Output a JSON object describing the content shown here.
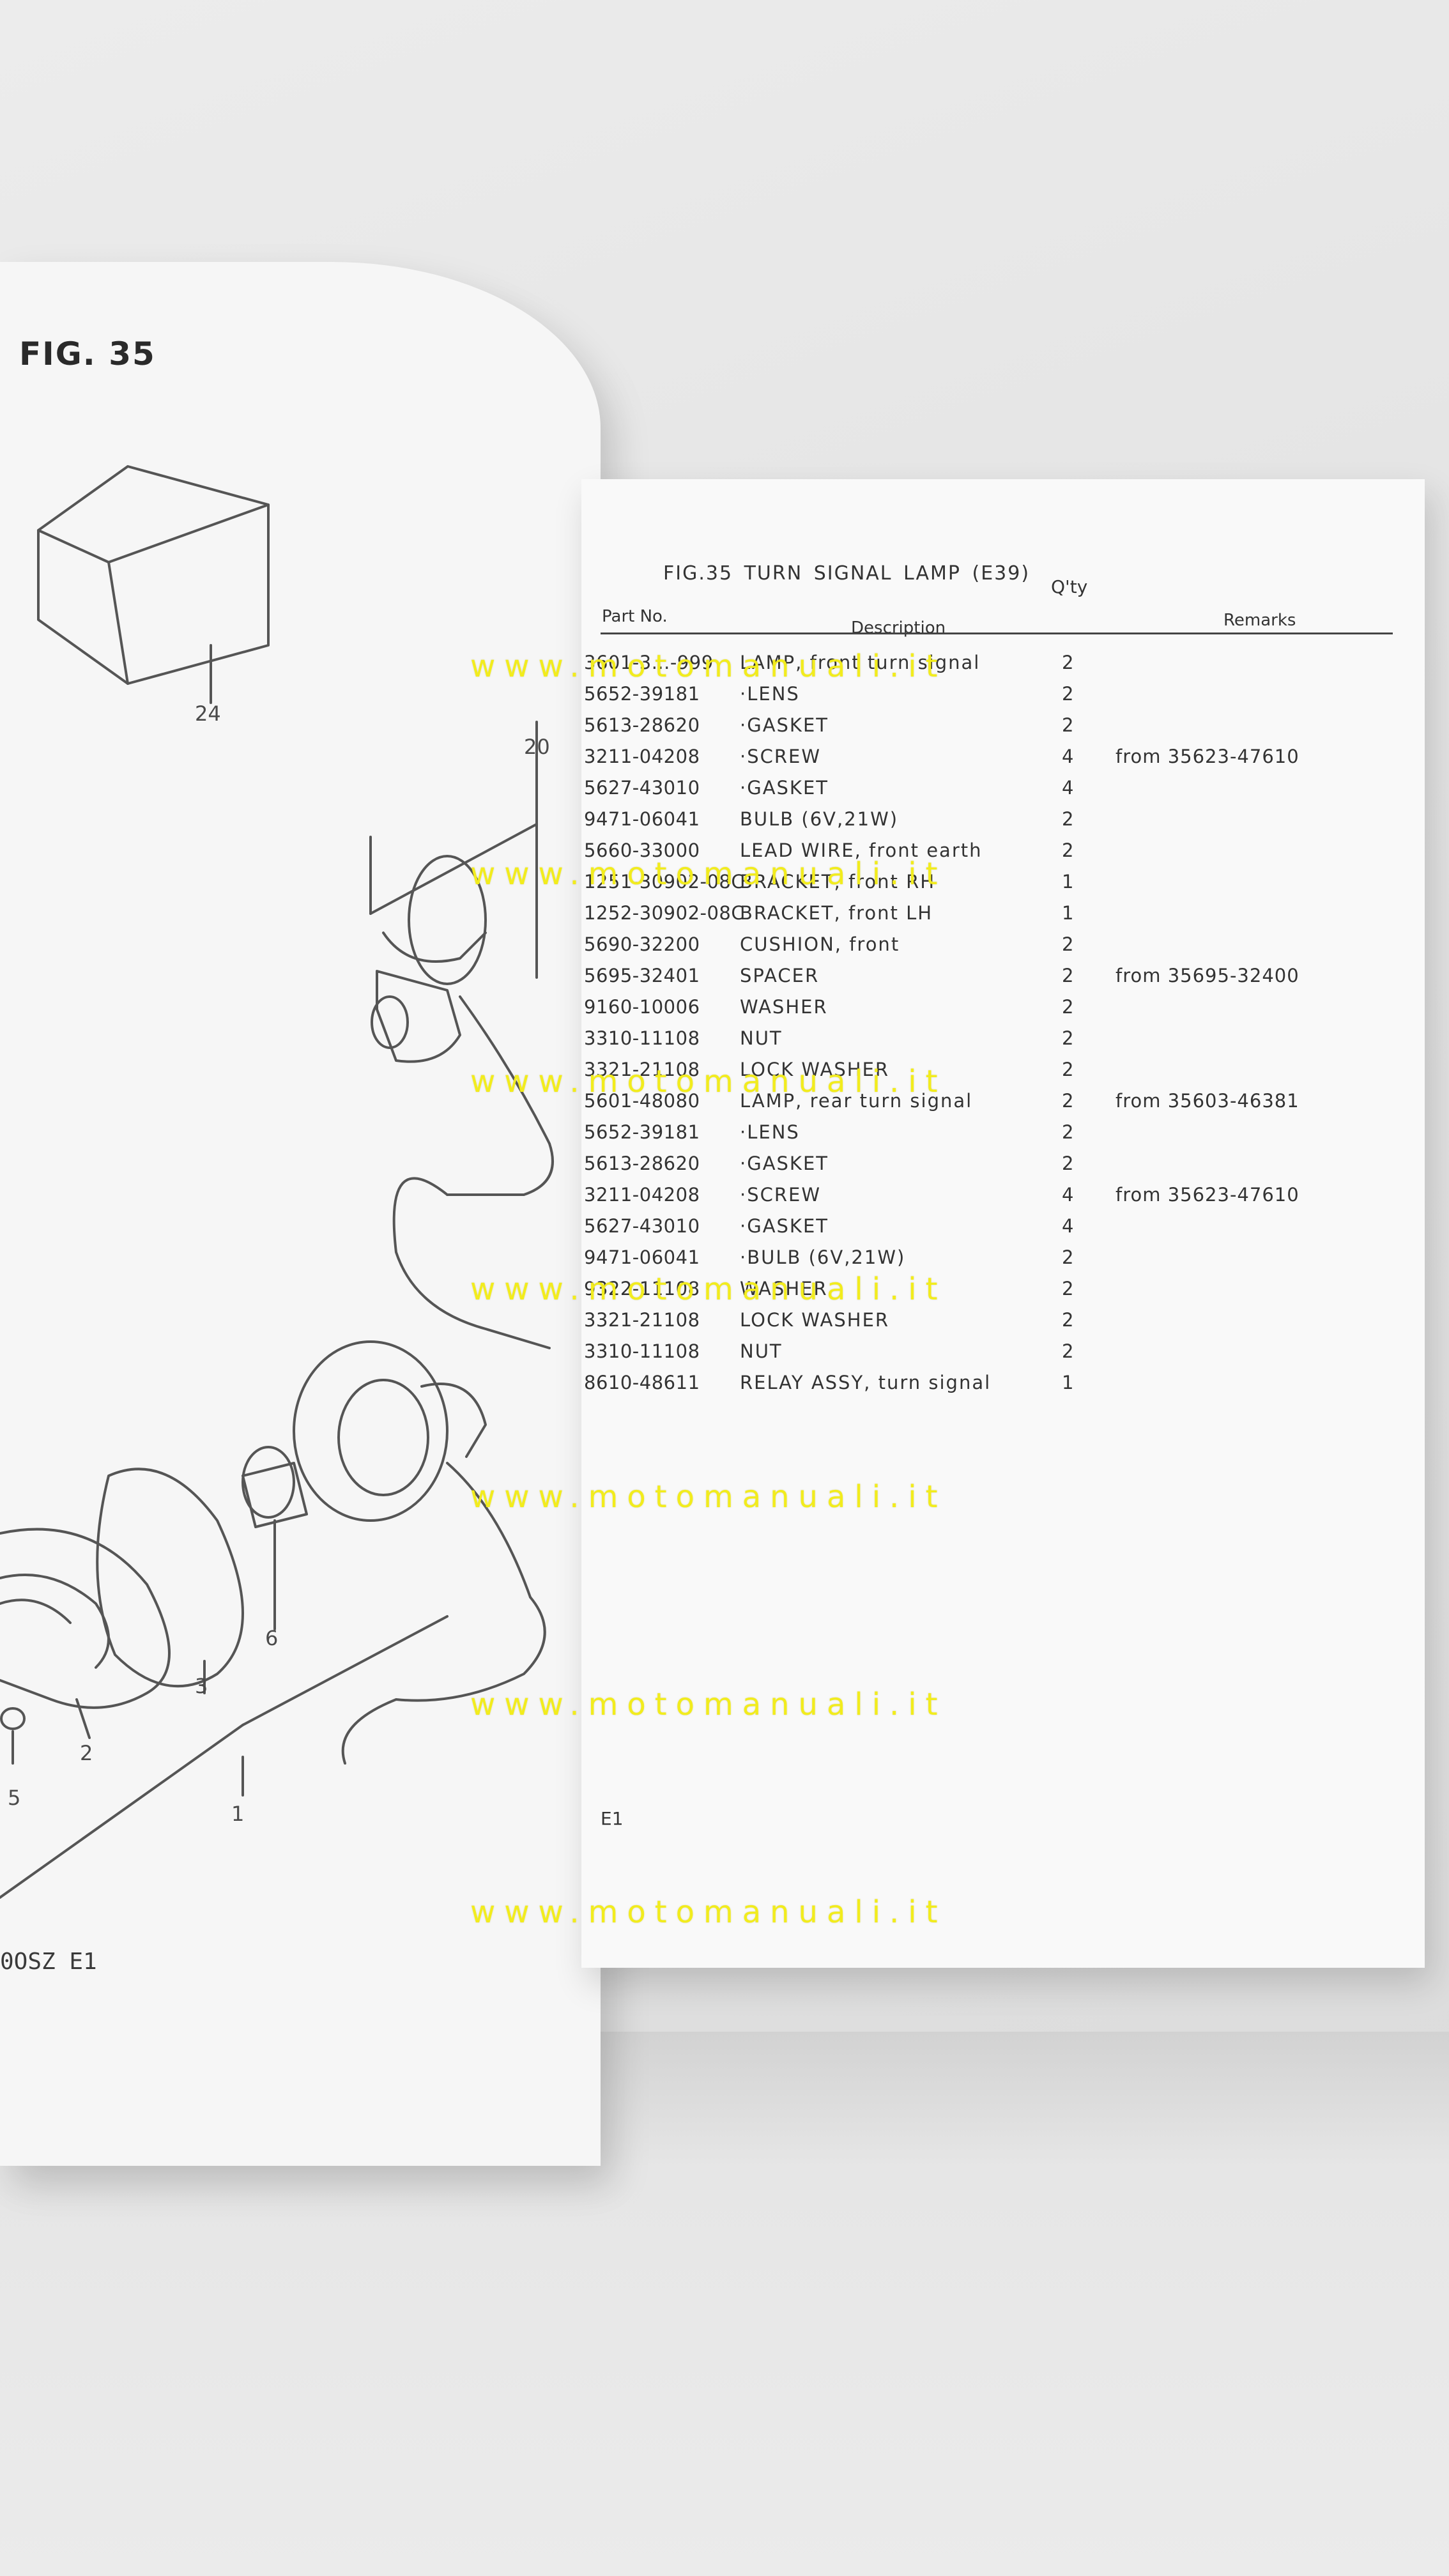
{
  "left_page": {
    "fig_label": "FIG. 35",
    "callouts": [
      "24",
      "20",
      "6",
      "3",
      "2",
      "5",
      "1"
    ],
    "model_code": "0OSZ E1"
  },
  "right_page": {
    "title": "FIG.35 TURN SIGNAL LAMP (E39)",
    "columns": {
      "part_no": "Part No.",
      "description": "Description",
      "qty": "Q'ty",
      "remarks": "Remarks"
    },
    "rows": [
      {
        "part_no": "3601-3...-999",
        "description": "LAMP, front turn signal",
        "qty": "2",
        "remarks": ""
      },
      {
        "part_no": "5652-39181",
        "description": "·LENS",
        "qty": "2",
        "remarks": ""
      },
      {
        "part_no": "5613-28620",
        "description": "·GASKET",
        "qty": "2",
        "remarks": ""
      },
      {
        "part_no": "3211-04208",
        "description": "·SCREW",
        "qty": "4",
        "remarks": "from 35623-47610"
      },
      {
        "part_no": "5627-43010",
        "description": "·GASKET",
        "qty": "4",
        "remarks": ""
      },
      {
        "part_no": "9471-06041",
        "description": "BULB (6V,21W)",
        "qty": "2",
        "remarks": ""
      },
      {
        "part_no": "5660-33000",
        "description": "LEAD WIRE, front earth",
        "qty": "2",
        "remarks": ""
      },
      {
        "part_no": "1251-30902-08C",
        "description": "BRACKET, front RH",
        "qty": "1",
        "remarks": ""
      },
      {
        "part_no": "1252-30902-08C",
        "description": "BRACKET, front LH",
        "qty": "1",
        "remarks": ""
      },
      {
        "part_no": "5690-32200",
        "description": "CUSHION, front",
        "qty": "2",
        "remarks": ""
      },
      {
        "part_no": "5695-32401",
        "description": "SPACER",
        "qty": "2",
        "remarks": "from 35695-32400"
      },
      {
        "part_no": "9160-10006",
        "description": "WASHER",
        "qty": "2",
        "remarks": ""
      },
      {
        "part_no": "3310-11108",
        "description": "NUT",
        "qty": "2",
        "remarks": ""
      },
      {
        "part_no": "3321-21108",
        "description": "LOCK WASHER",
        "qty": "2",
        "remarks": ""
      },
      {
        "part_no": "5601-48080",
        "description": "LAMP, rear turn signal",
        "qty": "2",
        "remarks": "from 35603-46381"
      },
      {
        "part_no": "5652-39181",
        "description": "·LENS",
        "qty": "2",
        "remarks": ""
      },
      {
        "part_no": "5613-28620",
        "description": "·GASKET",
        "qty": "2",
        "remarks": ""
      },
      {
        "part_no": "3211-04208",
        "description": "·SCREW",
        "qty": "4",
        "remarks": "from 35623-47610"
      },
      {
        "part_no": "5627-43010",
        "description": "·GASKET",
        "qty": "4",
        "remarks": ""
      },
      {
        "part_no": "9471-06041",
        "description": "·BULB (6V,21W)",
        "qty": "2",
        "remarks": ""
      },
      {
        "part_no": "9322-11108",
        "description": "WASHER",
        "qty": "2",
        "remarks": ""
      },
      {
        "part_no": "3321-21108",
        "description": "LOCK WASHER",
        "qty": "2",
        "remarks": ""
      },
      {
        "part_no": "3310-11108",
        "description": "NUT",
        "qty": "2",
        "remarks": ""
      },
      {
        "part_no": "8610-48611",
        "description": "RELAY ASSY, turn signal",
        "qty": "1",
        "remarks": ""
      }
    ],
    "page_ref": "E1"
  },
  "watermark": "www.motomanuali.it"
}
